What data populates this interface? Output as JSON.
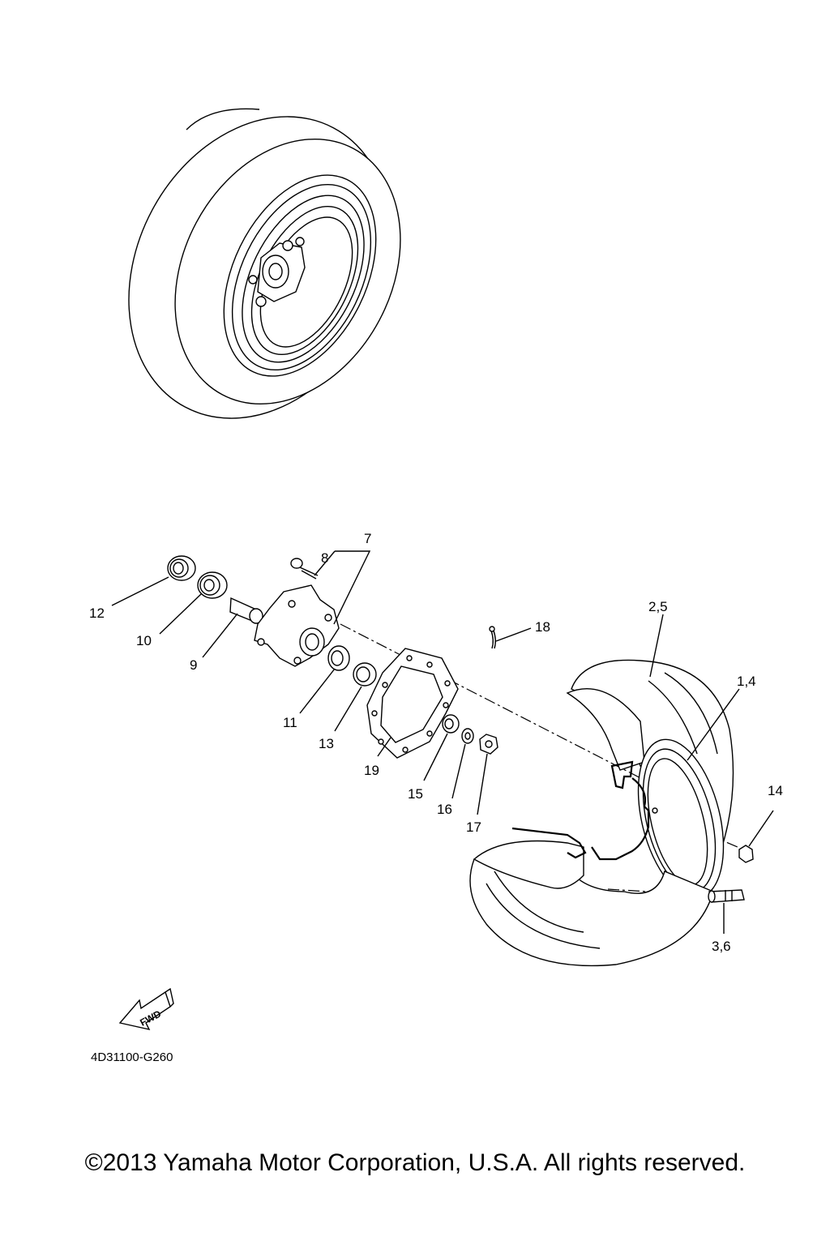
{
  "labels": {
    "p7": "7",
    "p8": "8",
    "p12": "12",
    "p10": "10",
    "p9": "9",
    "p11": "11",
    "p13": "13",
    "p19": "19",
    "p15": "15",
    "p16": "16",
    "p17": "17",
    "p18": "18",
    "p25": "2,5",
    "p14a": "1,4",
    "p14": "14",
    "p36": "3,6"
  },
  "fwd_label": "FWD",
  "diagram_code": "4D31100-G260",
  "copyright": "©2013 Yamaha Motor Corporation, U.S.A. All rights reserved."
}
